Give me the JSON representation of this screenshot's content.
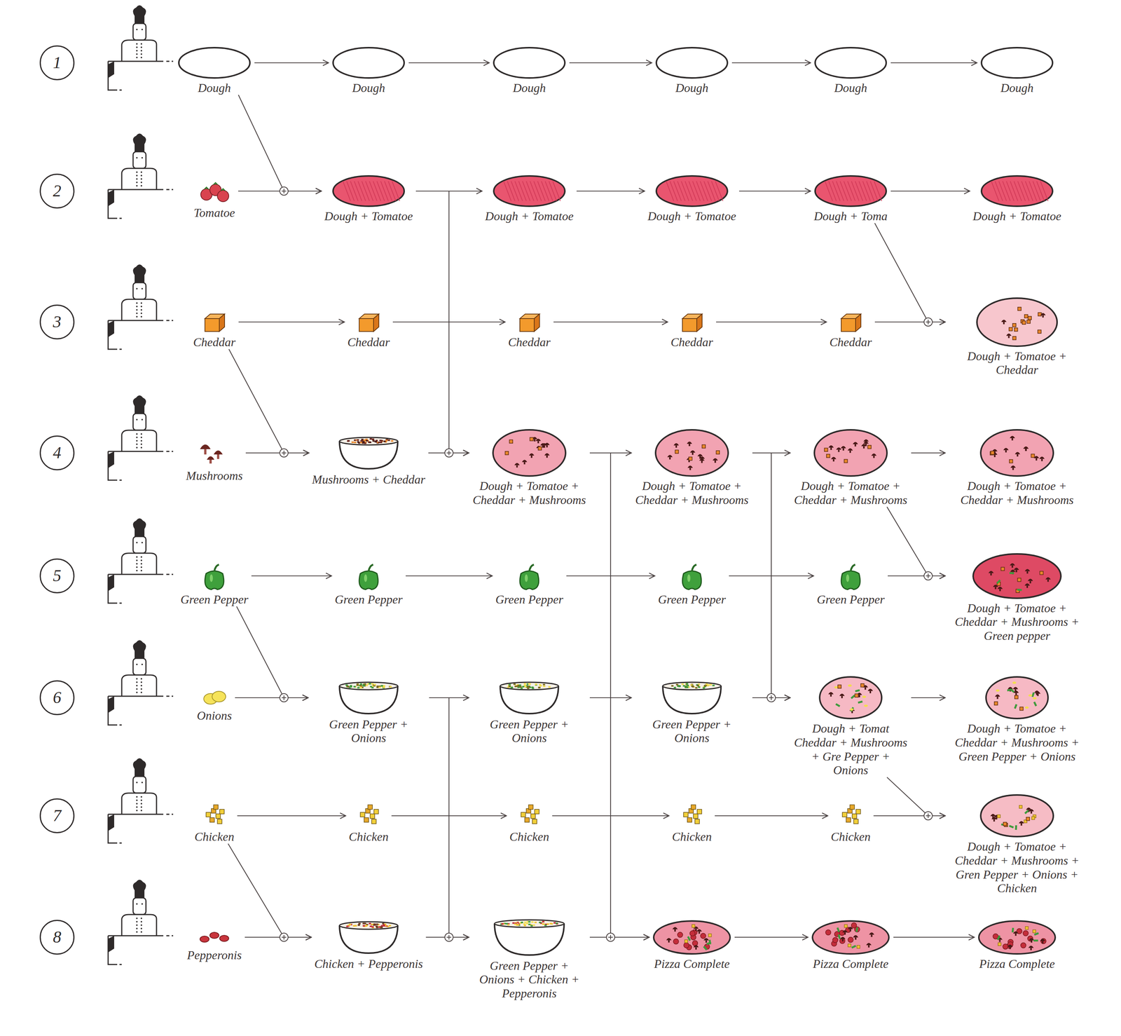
{
  "diagram": {
    "nodes": [
      {
        "text": [
          "1"
        ]
      },
      {
        "text": [
          "Dough"
        ]
      },
      {
        "text": [
          "Dough"
        ]
      },
      {
        "text": [
          "Dough"
        ]
      },
      {
        "text": [
          "Dough"
        ]
      },
      {
        "text": [
          "Dough"
        ]
      },
      {
        "text": [
          "Dough"
        ]
      },
      {
        "text": [
          "2"
        ]
      },
      {
        "text": [
          "Tomatoe"
        ]
      },
      {
        "text": [
          "Dough + Tomatoe"
        ]
      },
      {
        "text": [
          "Dough + Tomatoe"
        ]
      },
      {
        "text": [
          "Dough + Tomatoe"
        ]
      },
      {
        "text": [
          "Dough + Toma"
        ]
      },
      {
        "text": [
          "Dough + Tomatoe"
        ]
      },
      {
        "text": [
          "3"
        ]
      },
      {
        "text": [
          "Cheddar"
        ]
      },
      {
        "text": [
          "Cheddar"
        ]
      },
      {
        "text": [
          "Cheddar"
        ]
      },
      {
        "text": [
          "Cheddar"
        ]
      },
      {
        "text": [
          "Cheddar"
        ]
      },
      {
        "text": [
          "Dough + Tomatoe + Cheddar"
        ]
      },
      {
        "text": [
          "4"
        ]
      },
      {
        "text": [
          "Mushrooms"
        ]
      },
      {
        "text": [
          "Mushrooms + Cheddar"
        ]
      },
      {
        "text": [
          "Dough + Tomatoe + Cheddar + Mushrooms"
        ]
      },
      {
        "text": [
          "Dough + Tomatoe + Cheddar + Mushrooms"
        ]
      },
      {
        "text": [
          "Dough + Tomatoe + Cheddar + Mushrooms"
        ]
      },
      {
        "text": [
          "Dough + Tomatoe + Cheddar + Mushrooms"
        ]
      },
      {
        "text": [
          "5"
        ]
      },
      {
        "text": [
          "Green Pepper"
        ]
      },
      {
        "text": [
          "Green Pepper"
        ]
      },
      {
        "text": [
          "Green Pepper"
        ]
      },
      {
        "text": [
          "Green Pepper"
        ]
      },
      {
        "text": [
          "Green Pepper"
        ]
      },
      {
        "text": [
          "Dough + Tomatoe + Cheddar + Mushrooms + Green pepper"
        ]
      },
      {
        "text": [
          "6"
        ]
      },
      {
        "text": [
          "Onions"
        ]
      },
      {
        "text": [
          "Green Pepper + Onions"
        ]
      },
      {
        "text": [
          "Green Pepper + Onions"
        ]
      },
      {
        "text": [
          "Green Pepper + Onions"
        ]
      },
      {
        "text": [
          "Dough + Tomat Cheddar + Mushrooms + Gre Pepper + Onions"
        ]
      },
      {
        "text": [
          "Dough + Tomatoe + Cheddar + Mushrooms + Green Pepper + Onions"
        ]
      },
      {
        "text": [
          "7"
        ]
      },
      {
        "text": [
          "Chicken"
        ]
      },
      {
        "text": [
          "Chicken"
        ]
      },
      {
        "text": [
          "Chicken"
        ]
      },
      {
        "text": [
          "Chicken"
        ]
      },
      {
        "text": [
          "Chicken"
        ]
      },
      {
        "text": [
          "Dough + Tomatoe + Cheddar + Mushrooms + Gren Pepper + Onions + Chicken"
        ]
      },
      {
        "text": [
          "8"
        ]
      },
      {
        "text": [
          "Pepperonis"
        ]
      },
      {
        "text": [
          "Chicken + Pepperonis"
        ]
      },
      {
        "text": [
          "Green Pepper + Onions + Chicken + Pepperonis"
        ]
      },
      {
        "text": [
          "Pizza Complete"
        ]
      },
      {
        "text": [
          "Pizza Complete"
        ]
      },
      {
        "text": [
          "Pizza Complete"
        ]
      }
    ],
    "edges": [
      {
        "from": 1,
        "to": 2,
        "arrow": "to"
      },
      {
        "from": 2,
        "to": 3,
        "arrow": "to"
      },
      {
        "from": 3,
        "to": 4,
        "arrow": "to"
      },
      {
        "from": 4,
        "to": 5,
        "arrow": "to"
      },
      {
        "from": 5,
        "to": 6,
        "arrow": "to"
      },
      {
        "from": 8,
        "to": 9,
        "arrow": "to"
      },
      {
        "from": 9,
        "to": 10,
        "arrow": "to"
      },
      {
        "from": 10,
        "to": 11,
        "arrow": "to"
      },
      {
        "from": 11,
        "to": 12,
        "arrow": "to"
      },
      {
        "from": 12,
        "to": 13,
        "arrow": "to"
      },
      {
        "from": 15,
        "to": 16,
        "arrow": "to"
      },
      {
        "from": 16,
        "to": 17,
        "arrow": "to"
      },
      {
        "from": 17,
        "to": 18,
        "arrow": "to"
      },
      {
        "from": 18,
        "to": 19,
        "arrow": "to"
      },
      {
        "from": 19,
        "to": 20,
        "arrow": "to"
      },
      {
        "from": 22,
        "to": 23,
        "arrow": "to"
      },
      {
        "from": 23,
        "to": 24,
        "arrow": "to"
      },
      {
        "from": 24,
        "to": 25,
        "arrow": "to"
      },
      {
        "from": 25,
        "to": 26,
        "arrow": "to"
      },
      {
        "from": 26,
        "to": 27,
        "arrow": "to"
      },
      {
        "from": 29,
        "to": 30,
        "arrow": "to"
      },
      {
        "from": 30,
        "to": 31,
        "arrow": "to"
      },
      {
        "from": 31,
        "to": 32,
        "arrow": "to"
      },
      {
        "from": 32,
        "to": 33,
        "arrow": "to"
      },
      {
        "from": 33,
        "to": 34,
        "arrow": "to"
      },
      {
        "from": 36,
        "to": 37,
        "arrow": "to"
      },
      {
        "from": 37,
        "to": 38,
        "arrow": "to"
      },
      {
        "from": 38,
        "to": 39,
        "arrow": "to"
      },
      {
        "from": 39,
        "to": 40,
        "arrow": "to"
      },
      {
        "from": 40,
        "to": 41,
        "arrow": "to"
      },
      {
        "from": 43,
        "to": 44,
        "arrow": "to"
      },
      {
        "from": 44,
        "to": 45,
        "arrow": "to"
      },
      {
        "from": 45,
        "to": 46,
        "arrow": "to"
      },
      {
        "from": 46,
        "to": 47,
        "arrow": "to"
      },
      {
        "from": 47,
        "to": 48,
        "arrow": "to"
      },
      {
        "from": 50,
        "to": 51,
        "arrow": "to"
      },
      {
        "from": 51,
        "to": 52,
        "arrow": "to"
      },
      {
        "from": 52,
        "to": 53,
        "arrow": "to"
      },
      {
        "from": 53,
        "to": 54,
        "arrow": "to"
      },
      {
        "from": 54,
        "to": 55,
        "arrow": "to"
      },
      {
        "from": 1,
        "to": 9,
        "arrow": "to"
      },
      {
        "from": 12,
        "to": 20,
        "arrow": "to"
      },
      {
        "from": 15,
        "to": 23,
        "arrow": "to"
      },
      {
        "from": 9,
        "to": 24,
        "arrow": "to"
      },
      {
        "from": 26,
        "to": 34,
        "arrow": "to"
      },
      {
        "from": 29,
        "to": 37,
        "arrow": "to"
      },
      {
        "from": 25,
        "to": 40,
        "arrow": "to"
      },
      {
        "from": 40,
        "to": 48,
        "arrow": "to"
      },
      {
        "from": 43,
        "to": 51,
        "arrow": "to"
      },
      {
        "from": 37,
        "to": 52,
        "arrow": "to"
      },
      {
        "from": 24,
        "to": 53,
        "arrow": "to"
      }
    ]
  }
}
